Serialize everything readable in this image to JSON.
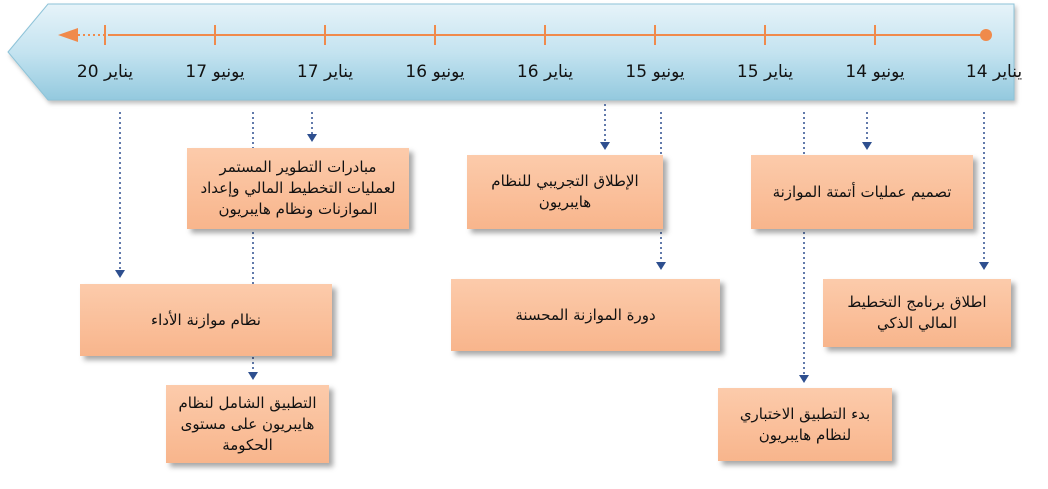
{
  "timeline": {
    "ticks": [
      {
        "label": "يناير 14"
      },
      {
        "label": "يونيو 14"
      },
      {
        "label": "يناير 15"
      },
      {
        "label": "يونيو 15"
      },
      {
        "label": "يناير 16"
      },
      {
        "label": "يونيو 16"
      },
      {
        "label": "يناير 17"
      },
      {
        "label": "يونيو 17"
      },
      {
        "label": "يناير 20"
      }
    ]
  },
  "milestones": [
    {
      "text": "اطلاق برنامج التخطيط المالي الذكي"
    },
    {
      "text": "تصميم عمليات أتمتة الموازنة"
    },
    {
      "text": "بدء التطبيق الاختباري لنظام هايبريون"
    },
    {
      "text": "الإطلاق التجريبي للنظام هايبريون"
    },
    {
      "text": "دورة الموازنة المحسنة"
    },
    {
      "text": "مبادرات التطوير المستمر لعمليات التخطيط المالي وإعداد الموازنات ونظام هايبريون"
    },
    {
      "text": "التطبيق الشامل لنظام هايبريون على مستوى الحكومة"
    },
    {
      "text": "نظام موازنة الأداء"
    }
  ],
  "colors": {
    "bar_light": "#dbeef6",
    "bar_dark": "#9fd0e3",
    "timeline_line": "#f08a4b",
    "box_fill": "#f9bd97",
    "connector": "#2e4f8f"
  }
}
